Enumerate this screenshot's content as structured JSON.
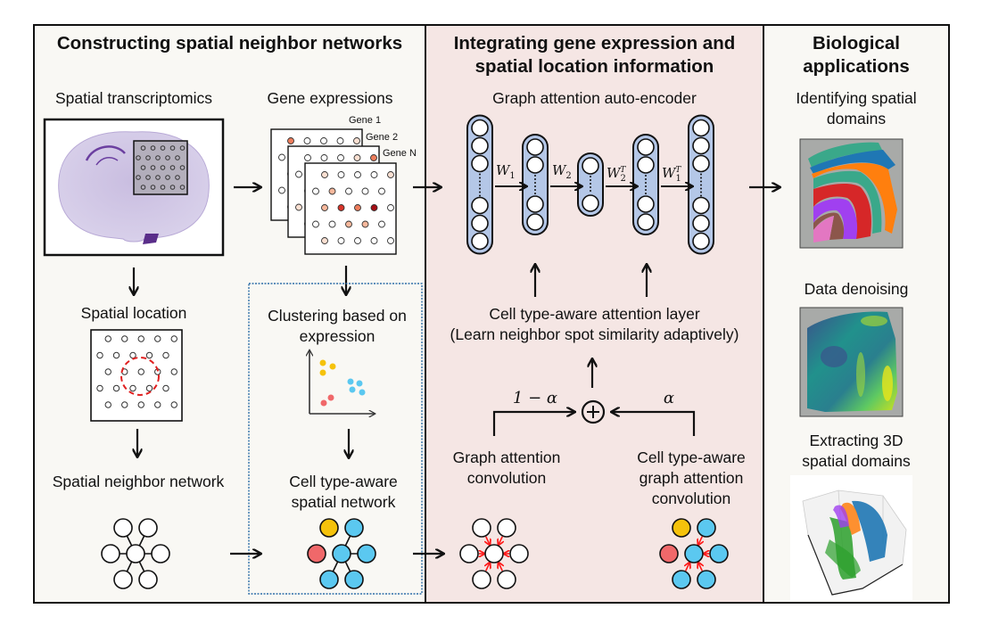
{
  "panels": {
    "left": {
      "title": "Constructing spatial neighbor networks",
      "spatial_transcriptomics": "Spatial transcriptomics",
      "gene_expressions": "Gene expressions",
      "gene_labels": [
        "Gene 1",
        "Gene 2",
        "Gene N"
      ],
      "spatial_location": "Spatial location",
      "clustering_line1": "Clustering based on",
      "clustering_line2": "expression",
      "spatial_neighbor_network": "Spatial neighbor network",
      "cell_type_line1": "Cell type-aware",
      "cell_type_line2": "spatial network"
    },
    "middle": {
      "title_line1": "Integrating gene expression and",
      "title_line2": "spatial location information",
      "autoencoder": "Graph attention auto-encoder",
      "weights": [
        "W1",
        "W2",
        "W2T",
        "W1T"
      ],
      "attention_line1": "Cell type-aware attention layer",
      "attention_line2": "(Learn neighbor spot similarity adaptively)",
      "one_minus_alpha": "1 − α",
      "alpha": "α",
      "plus_symbol": "+",
      "gac_line1": "Graph attention",
      "gac_line2": "convolution",
      "ctgac_line1": "Cell type-aware",
      "ctgac_line2": "graph attention",
      "ctgac_line3": "convolution"
    },
    "right": {
      "title_line1": "Biological",
      "title_line2": "applications",
      "domains_line1": "Identifying spatial",
      "domains_line2": "domains",
      "denoising": "Data denoising",
      "extract_line1": "Extracting 3D",
      "extract_line2": "spatial domains"
    }
  },
  "colors": {
    "left_bg": "#f9f8f4",
    "middle_bg": "#f5e6e4",
    "node_blue": "#5bc8f0",
    "node_yellow": "#f5c20b",
    "node_red": "#f0686a",
    "encoder_fill": "#b4c7e7",
    "attention_arrow": "#ff1a1a",
    "dashed_circle": "#e02020",
    "cluster_box": "#2e6ea8"
  }
}
